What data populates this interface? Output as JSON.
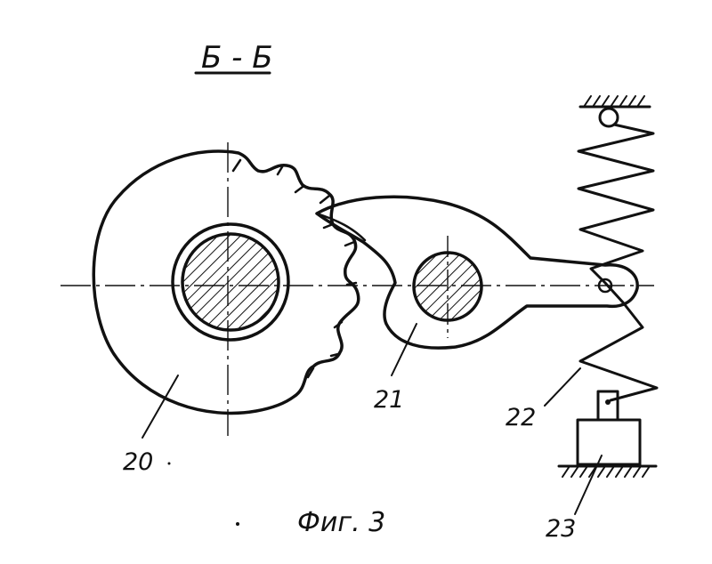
{
  "section_label": "Б - Б",
  "parts": {
    "ratchet_wheel": "20",
    "pawl": "21",
    "spring": "22",
    "stop": "23"
  },
  "caption": "Фиг. 3",
  "colors": {
    "ink": "#111111",
    "paper": "#ffffff"
  }
}
